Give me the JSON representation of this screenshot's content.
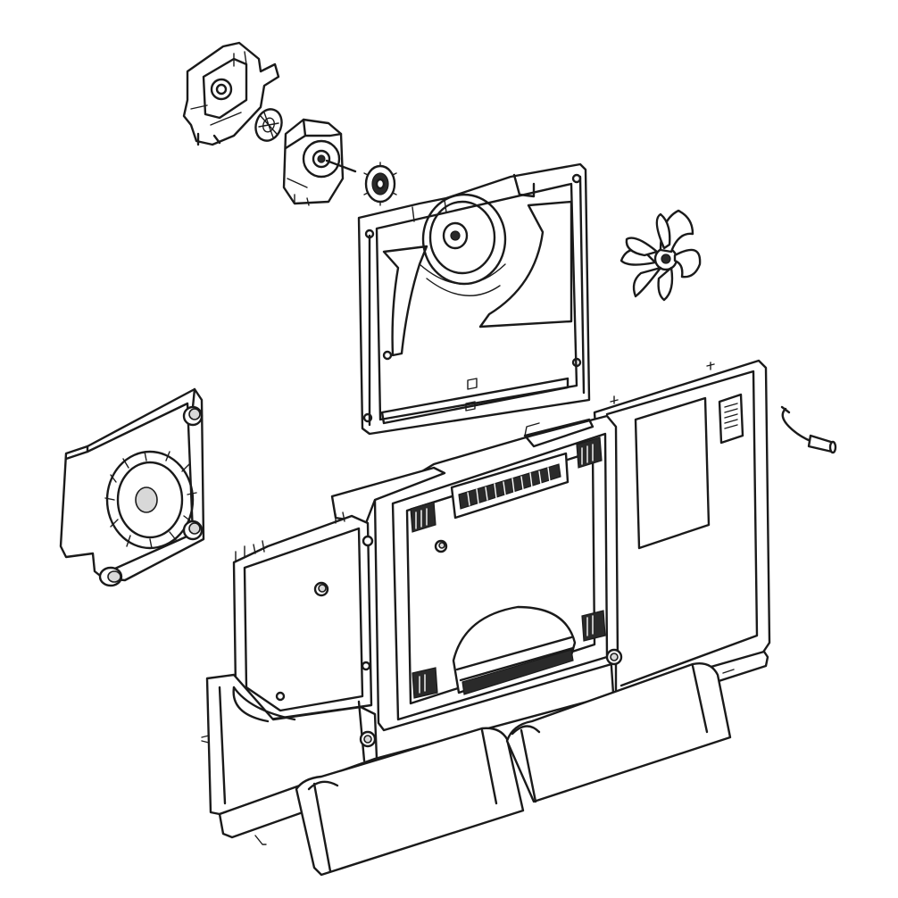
{
  "diagram": {
    "background": "#ffffff",
    "line_color": "#1a1a1a",
    "parts": [
      {
        "id": "damper-motor-bracket",
        "icon": "bracket-icon"
      },
      {
        "id": "damper-gear-disc",
        "icon": "gear-icon"
      },
      {
        "id": "damper-motor",
        "icon": "motor-icon"
      },
      {
        "id": "drive-gear",
        "icon": "gear-icon"
      },
      {
        "id": "fan-shroud-cover",
        "icon": "shroud-icon"
      },
      {
        "id": "evaporator-fan-blade",
        "icon": "fan-icon"
      },
      {
        "id": "blower-fan-assembly",
        "icon": "blower-icon"
      },
      {
        "id": "wire-harness-connector",
        "icon": "connector-icon"
      },
      {
        "id": "rear-evaporator-cover",
        "icon": "cover-icon"
      }
    ]
  }
}
